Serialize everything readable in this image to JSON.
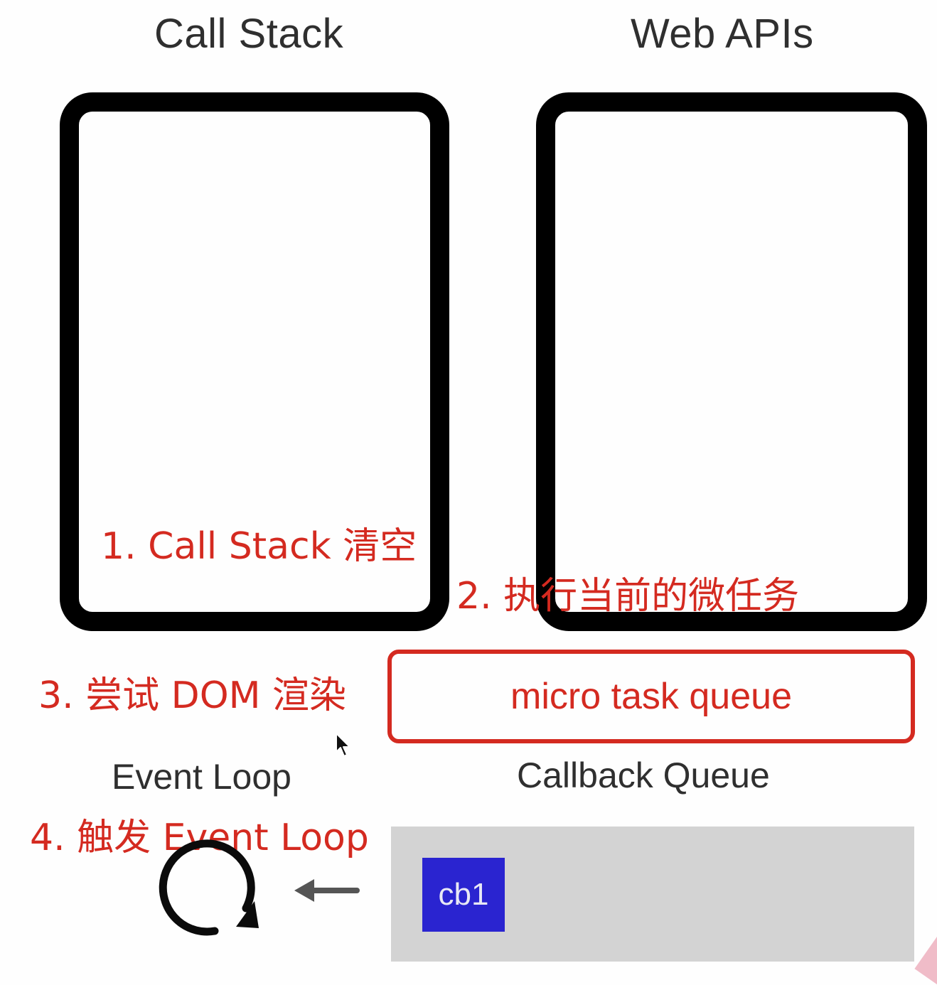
{
  "titles": {
    "call_stack": "Call Stack",
    "web_apis": "Web APIs"
  },
  "annotations": {
    "step1": "1. Call Stack 清空",
    "step2": "2. 执行当前的微任务",
    "step3": "3. 尝试 DOM 渲染",
    "step4": "4. 触发 Event Loop"
  },
  "micro_task_queue": {
    "label": "micro task queue"
  },
  "event_loop": {
    "label": "Event Loop",
    "icon": "loop-arrow-icon"
  },
  "callback_queue": {
    "label": "Callback Queue",
    "items": [
      "cb1"
    ]
  },
  "colors": {
    "annotation": "#d42a20",
    "chip": "#2a24d0",
    "queue_bg": "#d3d3d3"
  }
}
